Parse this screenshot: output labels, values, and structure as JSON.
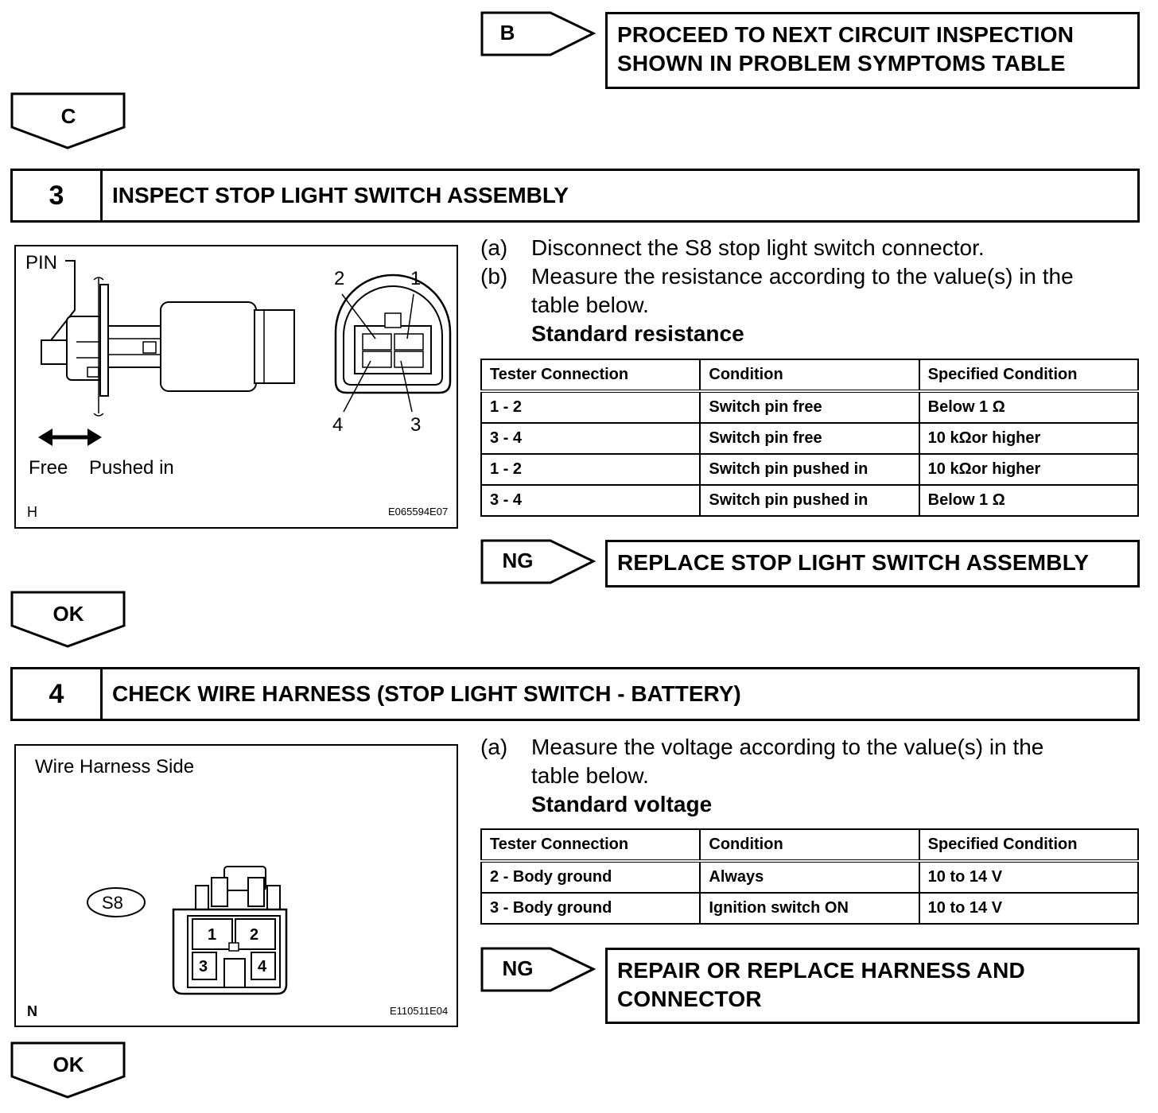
{
  "top_branch": {
    "tag": "B",
    "action_line1": "PROCEED TO NEXT CIRCUIT INSPECTION",
    "action_line2": "SHOWN IN PROBLEM SYMPTOMS TABLE"
  },
  "flow_c": {
    "tag": "C"
  },
  "step3": {
    "number": "3",
    "title": "INSPECT STOP LIGHT SWITCH ASSEMBLY",
    "figure": {
      "pin_label": "PIN",
      "free_label": "Free",
      "pushed_label": "Pushed in",
      "corner_letter": "H",
      "figure_code": "E065594E07",
      "pins": [
        "1",
        "2",
        "3",
        "4"
      ]
    },
    "instructions": {
      "a_label": "(a)",
      "a_text": "Disconnect the S8 stop light switch connector.",
      "b_label": "(b)",
      "b_text_line1": "Measure the resistance according to the value(s) in the",
      "b_text_line2": "table below.",
      "standard": "Standard resistance"
    },
    "table": {
      "headers": [
        "Tester Connection",
        "Condition",
        "Specified Condition"
      ],
      "rows": [
        [
          "1 - 2",
          "Switch pin free",
          "Below 1 Ω"
        ],
        [
          "3 - 4",
          "Switch pin free",
          "10 kΩor higher"
        ],
        [
          "1 - 2",
          "Switch pin pushed in",
          "10 kΩor higher"
        ],
        [
          "3 - 4",
          "Switch pin pushed in",
          "Below 1 Ω"
        ]
      ]
    },
    "ng": {
      "tag": "NG",
      "action": "REPLACE STOP LIGHT SWITCH ASSEMBLY"
    },
    "ok": {
      "tag": "OK"
    }
  },
  "step4": {
    "number": "4",
    "title": "CHECK WIRE HARNESS (STOP LIGHT SWITCH - BATTERY)",
    "figure": {
      "side_label": "Wire Harness Side",
      "connector_label": "S8",
      "corner_letter": "N",
      "figure_code": "E110511E04",
      "pins": [
        "1",
        "2",
        "3",
        "4"
      ]
    },
    "instructions": {
      "a_label": "(a)",
      "a_text_line1": "Measure the voltage according to the value(s) in the",
      "a_text_line2": "table below.",
      "standard": "Standard voltage"
    },
    "table": {
      "headers": [
        "Tester Connection",
        "Condition",
        "Specified Condition"
      ],
      "rows": [
        [
          "2 - Body ground",
          "Always",
          "10 to 14 V"
        ],
        [
          "3 - Body ground",
          "Ignition switch ON",
          "10 to 14 V"
        ]
      ]
    },
    "ng": {
      "tag": "NG",
      "action_line1": "REPAIR OR REPLACE HARNESS AND",
      "action_line2": "CONNECTOR"
    },
    "ok": {
      "tag": "OK"
    }
  }
}
